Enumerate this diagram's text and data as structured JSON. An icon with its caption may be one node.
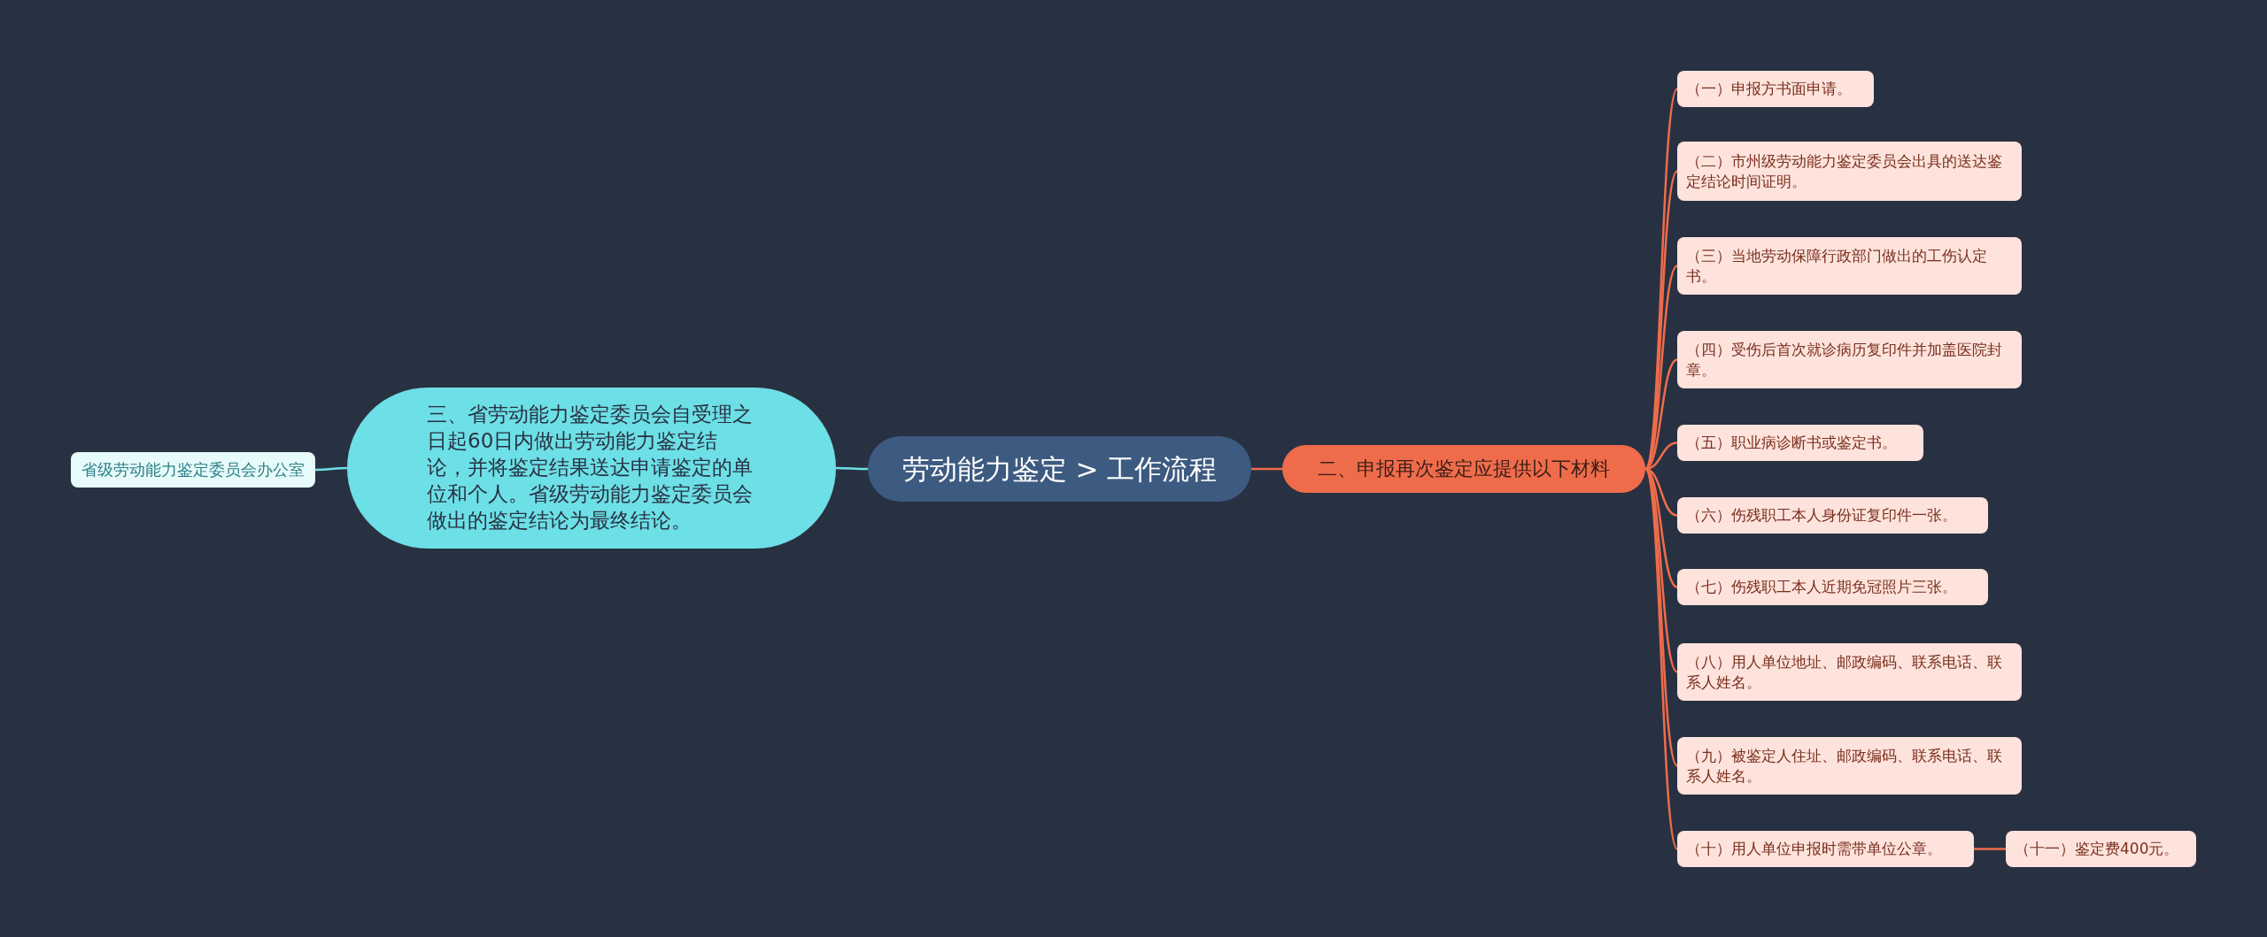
{
  "diagram": {
    "nodes": [
      {
        "text": [
          "劳动能力鉴定 > 工作流程"
        ]
      },
      {
        "text": [
          "三、省劳动能力鉴定委员会自受理之日起60日内做出劳动能力鉴定结论，并将鉴定结果送达申请鉴定的单位和个人。省级劳动能力鉴定委员会做出的鉴定结论为最终结论。"
        ]
      },
      {
        "text": [
          "省级劳动能力鉴定委员会办公室"
        ]
      },
      {
        "text": [
          "二、申报再次鉴定应提供以下材料"
        ]
      },
      {
        "text": [
          "（一）申报方书面申请。"
        ]
      },
      {
        "text": [
          "（二）市州级劳动能力鉴定委员会出具的送达鉴定结论时间证明。"
        ]
      },
      {
        "text": [
          "（三）当地劳动保障行政部门做出的工伤认定书。"
        ]
      },
      {
        "text": [
          "（四）受伤后首次就诊病历复印件并加盖医院封章。"
        ]
      },
      {
        "text": [
          "（五）职业病诊断书或鉴定书。"
        ]
      },
      {
        "text": [
          "（六）伤残职工本人身份证复印件一张。"
        ]
      },
      {
        "text": [
          "（七）伤残职工本人近期免冠照片三张。"
        ]
      },
      {
        "text": [
          "（八）用人单位地址、邮政编码、联系电话、联系人姓名。"
        ]
      },
      {
        "text": [
          "（九）被鉴定人住址、邮政编码、联系电话、联系人姓名。"
        ]
      },
      {
        "text": [
          "（十）用人单位申报时需带单位公章。"
        ]
      },
      {
        "text": [
          "（十一）鉴定费400元。"
        ]
      }
    ],
    "edges": [
      {
        "from": 0,
        "to": 1,
        "arrow": "none",
        "color": "#6ddfe6"
      },
      {
        "from": 1,
        "to": 2,
        "arrow": "none",
        "color": "#6ddfe6"
      },
      {
        "from": 0,
        "to": 3,
        "arrow": "none"
      },
      {
        "from": 3,
        "to": 4,
        "arrow": "none"
      },
      {
        "from": 3,
        "to": 5,
        "arrow": "none"
      },
      {
        "from": 3,
        "to": 6,
        "arrow": "none"
      },
      {
        "from": 3,
        "to": 7,
        "arrow": "none"
      },
      {
        "from": 3,
        "to": 8,
        "arrow": "none"
      },
      {
        "from": 3,
        "to": 9,
        "arrow": "none"
      },
      {
        "from": 3,
        "to": 10,
        "arrow": "none"
      },
      {
        "from": 3,
        "to": 11,
        "arrow": "none"
      },
      {
        "from": 3,
        "to": 12,
        "arrow": "none"
      },
      {
        "from": 3,
        "to": 13,
        "arrow": "none"
      },
      {
        "from": 13,
        "to": 14,
        "arrow": "none"
      }
    ]
  }
}
